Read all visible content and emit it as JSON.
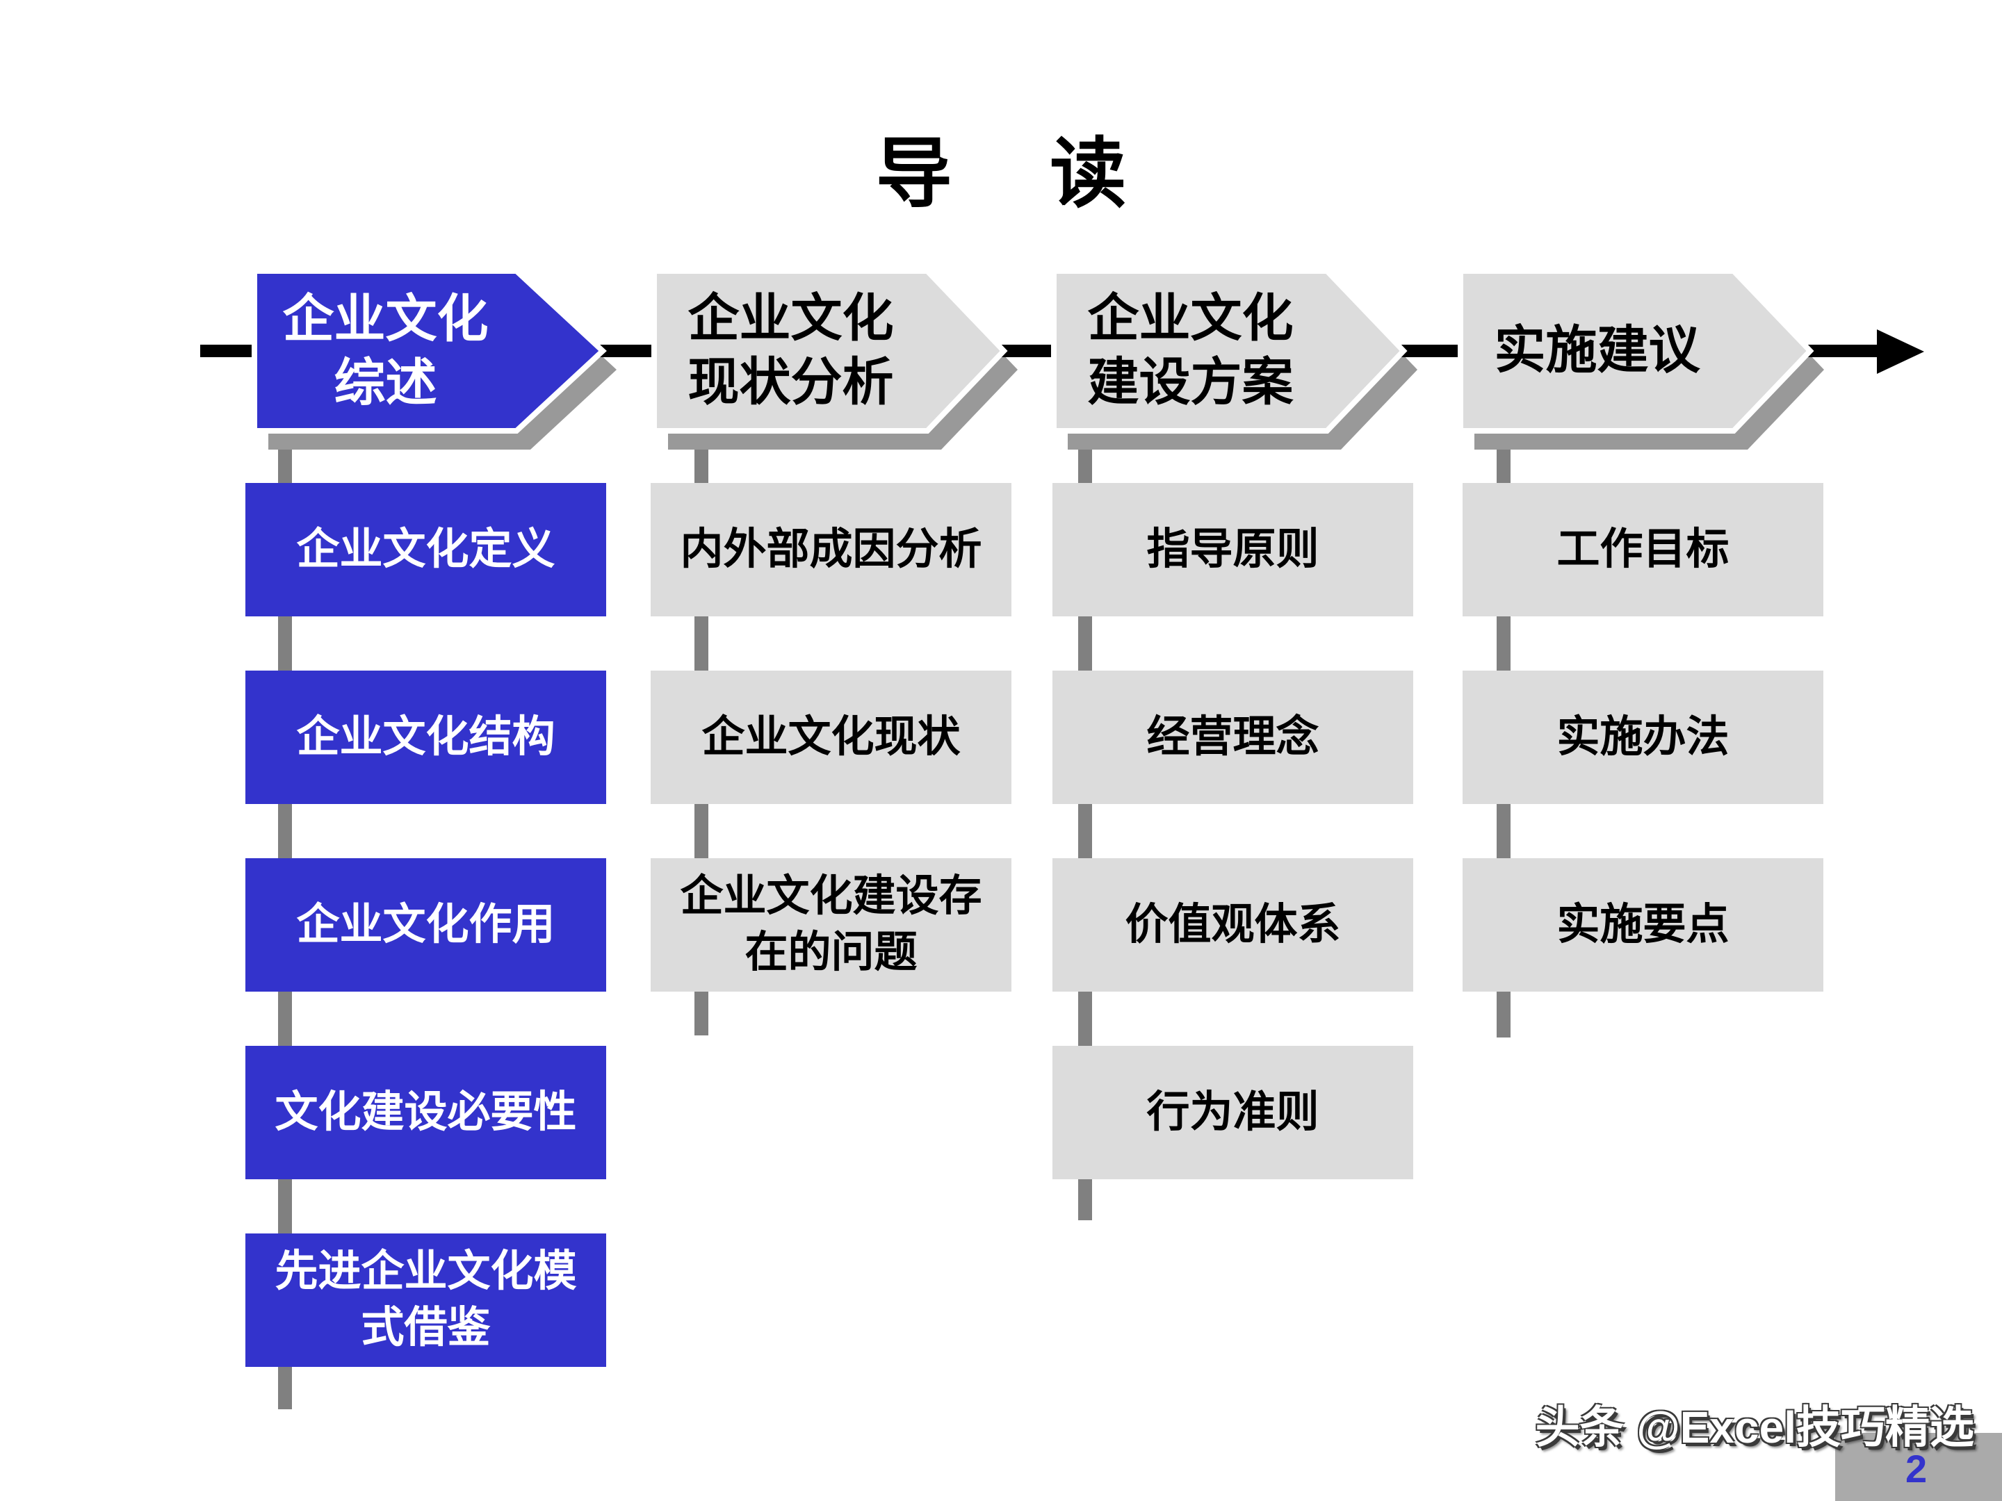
{
  "slide": {
    "title": "导　 读",
    "watermark": "头条 @Excel技巧精选",
    "page_number": "2"
  },
  "colors": {
    "accent_blue": "#3333CC",
    "box_gray": "#DCDCDC",
    "shadow_gray": "#999999",
    "connector_gray": "#808080",
    "timeline_black": "#000000",
    "corner_gray": "#AAAAAA",
    "text_white": "#FFFFFF",
    "text_black": "#000000"
  },
  "flow": {
    "columns": [
      {
        "header": {
          "label": "企业文化\n综述",
          "active": true
        },
        "boxes": [
          "企业文化定义",
          "企业文化结构",
          "企业文化作用",
          "文化建设必要性",
          "先进企业文化模\n式借鉴"
        ]
      },
      {
        "header": {
          "label": "企业文化\n现状分析",
          "active": false
        },
        "boxes": [
          "内外部成因分析",
          "企业文化现状",
          "企业文化建设存\n在的问题"
        ]
      },
      {
        "header": {
          "label": "企业文化\n建设方案",
          "active": false
        },
        "boxes": [
          "指导原则",
          "经营理念",
          "价值观体系",
          "行为准则"
        ]
      },
      {
        "header": {
          "label": "实施建议",
          "active": false
        },
        "boxes": [
          "工作目标",
          "实施办法",
          "实施要点"
        ]
      }
    ]
  }
}
